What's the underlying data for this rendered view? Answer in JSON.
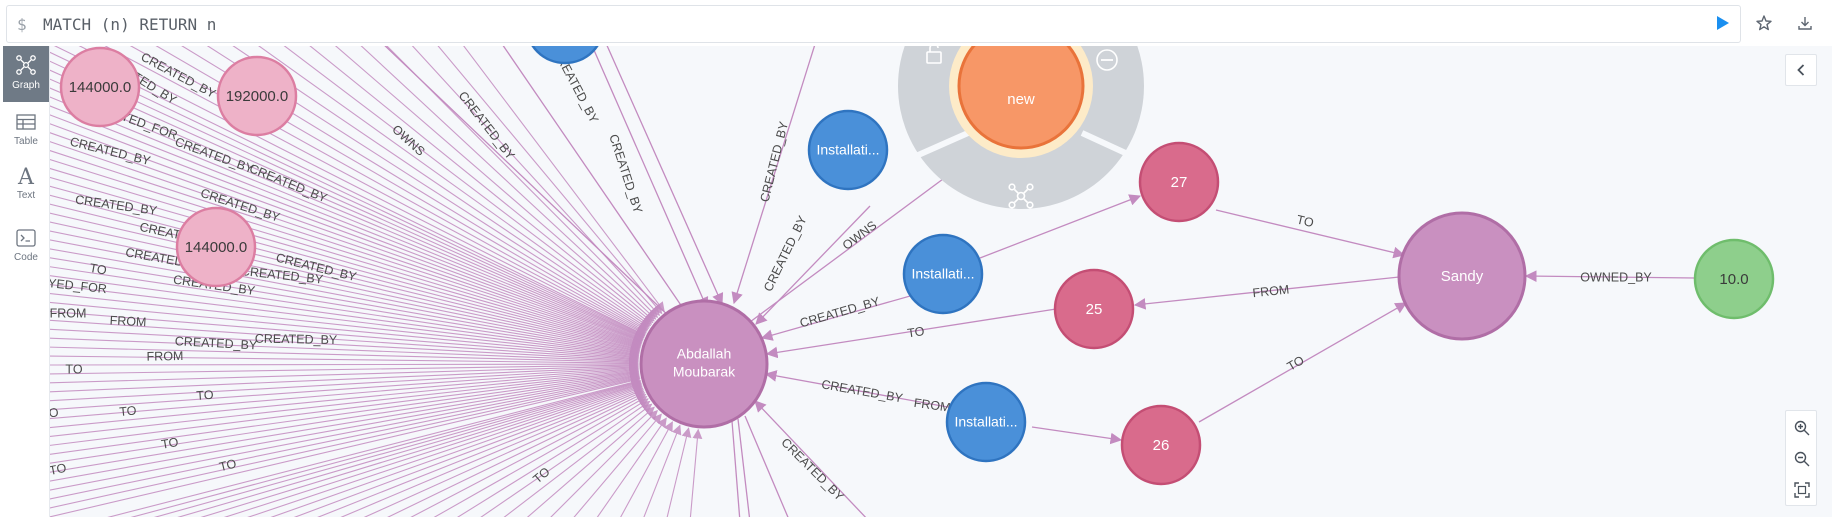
{
  "query": {
    "prompt": "$",
    "text": "MATCH (n) RETURN n"
  },
  "toolbar_icons": [
    "play-icon",
    "star-icon",
    "download-icon"
  ],
  "side_tabs": [
    {
      "label": "Graph",
      "icon": "graph-icon",
      "active": true
    },
    {
      "label": "Table",
      "icon": "table-icon",
      "active": false
    },
    {
      "label": "Text",
      "icon": "text-icon",
      "active": false
    },
    {
      "label": "Code",
      "icon": "code-icon",
      "active": false
    }
  ],
  "colors": {
    "person": "#c990c0",
    "installation": "#4a90d9",
    "number_red": "#d96b8c",
    "number_pink": "#eeb2c8",
    "number_green": "#8ecf8c",
    "selected": "#f79767",
    "edge": "#c38bc0",
    "canvas_bg": "#f6f8fb"
  },
  "graph": {
    "nodes": {
      "abdallah": {
        "label": [
          "Abdallah",
          "Moubarak"
        ],
        "type": "person"
      },
      "sandy": {
        "label": "Sandy",
        "type": "person"
      },
      "new": {
        "label": "new",
        "type": "selected"
      },
      "n27": {
        "label": "27",
        "type": "number_red"
      },
      "n25": {
        "label": "25",
        "type": "number_red"
      },
      "n26": {
        "label": "26",
        "type": "number_red"
      },
      "n10": {
        "label": "10.0",
        "type": "number_green"
      },
      "inst1": {
        "label": "Installati...",
        "type": "installation"
      },
      "inst2": {
        "label": "Installati...",
        "type": "installation"
      },
      "inst3": {
        "label": "Installati...",
        "type": "installation"
      },
      "p144a": {
        "label": "144000.0",
        "type": "number_pink"
      },
      "p192": {
        "label": "192000.0",
        "type": "number_pink"
      },
      "p144b": {
        "label": "144000.0",
        "type": "number_pink"
      }
    },
    "edge_labels": {
      "to_27_sandy": "TO",
      "from_sandy_25": "FROM",
      "to_26_sandy": "TO",
      "owned_by_10_sandy": "OWNED_BY",
      "to_25_abdallah": "TO",
      "created_by_inst2": "CREATED_BY",
      "owns_abdallah_new": "OWNS",
      "created_by_inst1": "CREATED_BY",
      "created_by_inst3": "CREATED_BY",
      "from_inst3_26": "FROM",
      "created_by_up_1": "CREATED_BY",
      "created_by_up_2": "CREATED_BY",
      "created_by_up_3": "CREATED_BY",
      "created_by_up_4": "CREATED_BY",
      "owns_up": "OWNS",
      "created_by_down": "CREATED_BY",
      "l_created_by_1": "CREATED_BY",
      "l_created_by_2": "CREATED_BY",
      "l_created_by_3": "CREATED_BY",
      "l_created_by_4": "CREATED_BY",
      "l_created_by_5": "CREATED_BY",
      "l_created_by_6": "CREATED_BY",
      "l_created_by_7": "CREATED_BY",
      "l_created_by_8": "CREATED_BY",
      "l_created_by_9": "CREATED_BY",
      "l_created_by_10": "CREATED_BY",
      "l_created_by_11": "CREATED_BY",
      "l_created_by_12": "CREATED_BY",
      "l_created_by_13": "CREATED_BY",
      "l_created_by_14": "CREATED_BY",
      "l_payed_for_1": "PAYED_FOR",
      "l_payed_for_2": "PAYED_FOR",
      "l_from_1": "FROM",
      "l_from_2": "FROM",
      "l_from_3": "FROM",
      "l_to_1": "TO",
      "l_to_2": "TO",
      "l_to_3": "TO",
      "l_to_4": "TO",
      "l_to_5": "TO",
      "l_to_6": "TO",
      "l_to_7": "TO",
      "l_to_8": "TO",
      "l_to_9": "TO"
    }
  },
  "ring_menu_icons": [
    "unlock-icon",
    "hide-icon",
    "expand-icon"
  ],
  "view_controls": [
    "collapse-panel-icon",
    "zoom-in-icon",
    "zoom-out-icon",
    "fit-icon"
  ]
}
